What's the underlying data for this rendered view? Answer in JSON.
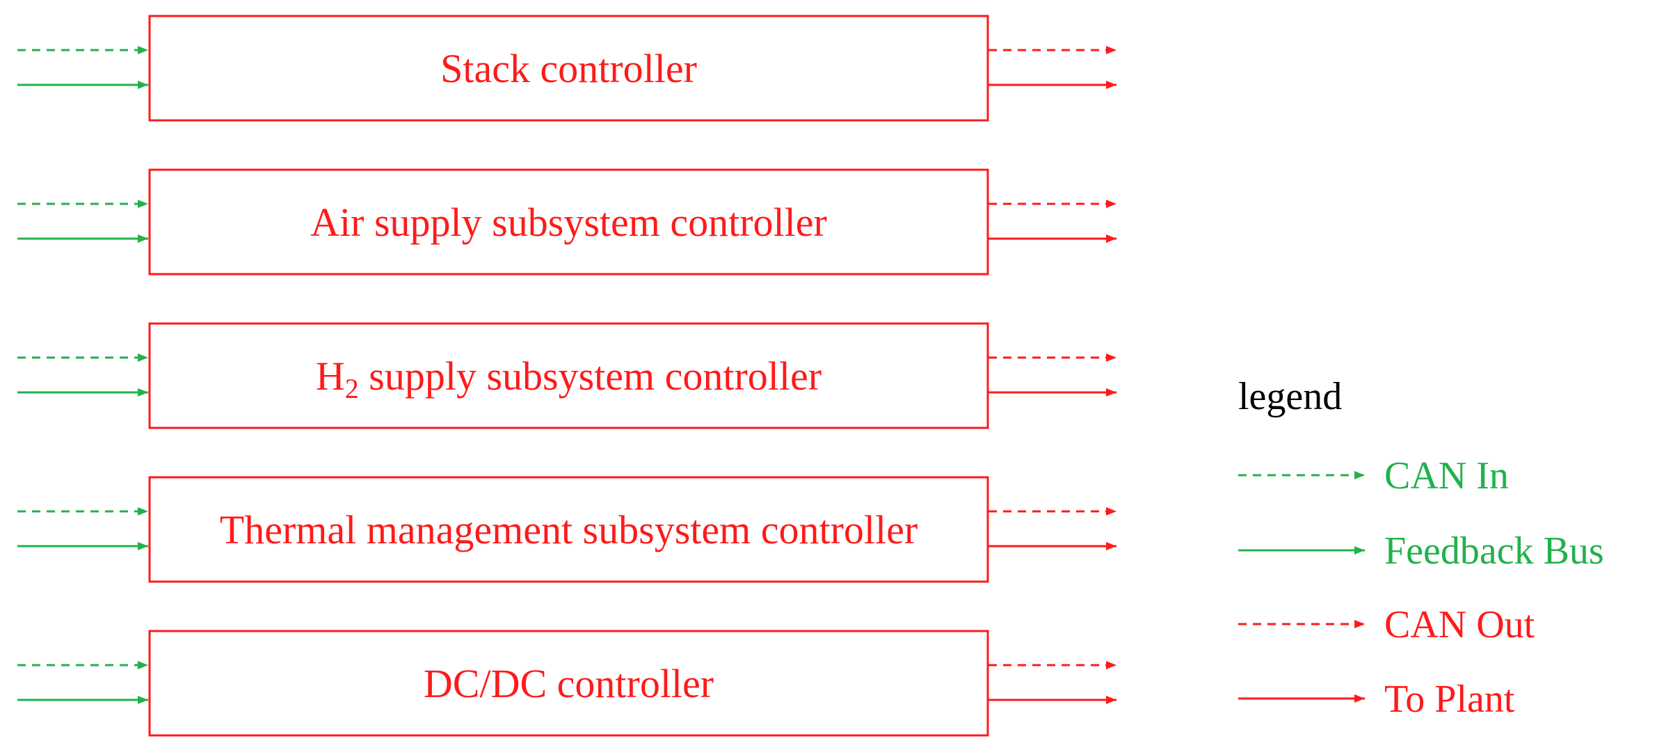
{
  "colors": {
    "controller": "#ff1a1a",
    "input": "#22b14c",
    "legend_title": "#000000"
  },
  "controllers": [
    {
      "prefix": "Stack controller",
      "subscript": "",
      "suffix": ""
    },
    {
      "prefix": "Air supply subsystem controller",
      "subscript": "",
      "suffix": ""
    },
    {
      "prefix": "H",
      "subscript": "2",
      "suffix": " supply subsystem controller"
    },
    {
      "prefix": "Thermal management subsystem controller",
      "subscript": "",
      "suffix": ""
    },
    {
      "prefix": "DC/DC controller",
      "subscript": "",
      "suffix": ""
    }
  ],
  "legend": {
    "title": "legend",
    "items": [
      {
        "label": "CAN In",
        "style": "dashed",
        "color": "input"
      },
      {
        "label": "Feedback Bus",
        "style": "solid",
        "color": "input"
      },
      {
        "label": "CAN Out",
        "style": "dashed",
        "color": "controller"
      },
      {
        "label": "To Plant",
        "style": "solid",
        "color": "controller"
      }
    ]
  }
}
